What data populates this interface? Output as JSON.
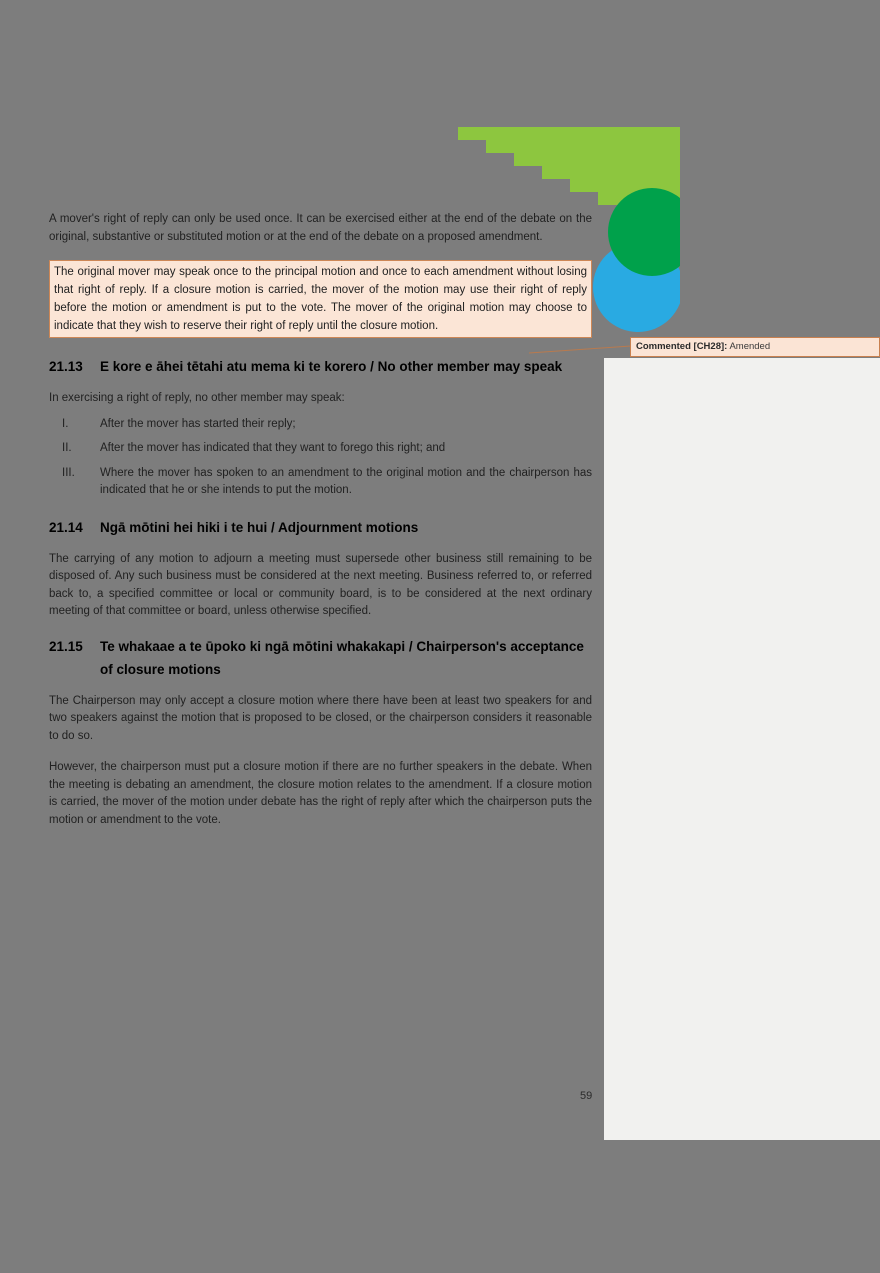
{
  "page": {
    "number": "59"
  },
  "content": {
    "para_intro": "A mover's right of reply can only be used once. It can be exercised either at the end of the debate on the original, substantive or substituted motion or at the end of the debate on a proposed amendment.",
    "para_highlighted": "The original mover may speak once to the principal motion and once to each amendment without losing that right of reply.  If a closure motion is carried, the mover of the motion may use their right of reply before the motion or amendment is put to the vote. The mover of the original motion may choose to indicate that they wish to reserve their right of reply until the closure motion.",
    "section_2113": {
      "number": "21.13",
      "title": "E kore e āhei tētahi atu mema ki te korero / No other member may speak",
      "intro": "In exercising a right of reply, no other member may speak:",
      "items": [
        {
          "num": "I.",
          "text": "After the mover has started their reply;"
        },
        {
          "num": "II.",
          "text": "After the mover has indicated that they want to forego this right; and"
        },
        {
          "num": "III.",
          "text": "Where the mover has spoken to an amendment to the original motion and the chairperson has indicated that he or she intends to put the motion."
        }
      ]
    },
    "section_2114": {
      "number": "21.14",
      "title": "Ngā mōtini hei hiki i te hui / Adjournment motions",
      "para": "The carrying of any motion to adjourn a meeting must supersede other business still remaining to be disposed of. Any such business must be considered at the next meeting. Business referred to, or referred back to, a specified committee or local or community board, is to be considered at the next ordinary meeting of that committee or board, unless otherwise specified."
    },
    "section_2115": {
      "number": "21.15",
      "title": "Te whakaae a te ūpoko ki ngā mōtini whakakapi / Chairperson's acceptance of closure motions",
      "para1": "The Chairperson may only accept a closure motion where there have been at least two speakers for and two speakers against the motion that is proposed to be closed, or the chairperson considers it reasonable to do so.",
      "para2": "However, the chairperson must put a closure motion if there are no further speakers in the debate. When the meeting is debating an amendment, the closure motion relates to the amendment. If a closure motion is carried, the mover of the motion under debate has the right of reply after which the chairperson puts the motion or amendment to the vote."
    }
  },
  "comment": {
    "label": "Commented [CH28]:",
    "text": "Amended"
  },
  "colors": {
    "canvas_gray": "#7d7d7d",
    "markup_area": "#f1f1ef",
    "highlight_fill": "#fbe5d6",
    "highlight_border": "#cd8756",
    "comment_fill": "#fbe4d5",
    "triangle_green": "#8dc63f",
    "circle_green": "#00a14b",
    "circle_blue": "#29aae2"
  }
}
